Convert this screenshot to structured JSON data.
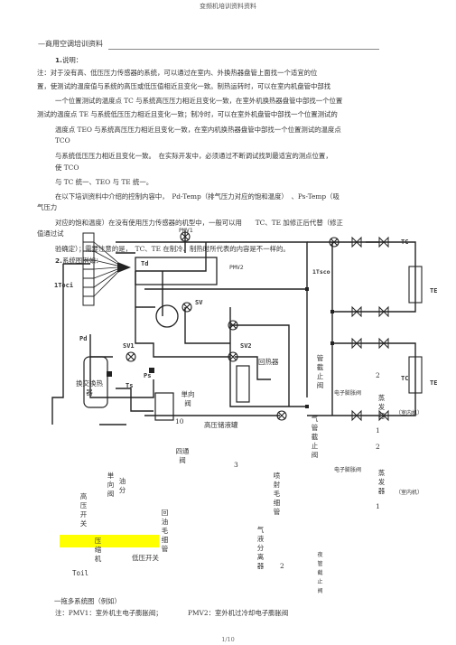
{
  "page": {
    "header": "变频机培训资料资料",
    "footer": "1/10"
  },
  "section_title": "—商用空调培训资料",
  "s1": {
    "heading": "1.",
    "heading_text": "说明：",
    "lines": [
      "注：对于没有高、低压压力传感器的系统，可以通过在室内、外换热器盘管上面找一个适宜的位",
      "置，使测试的温度值与系统的高压或低压值相近且变化一致。制热运转时，可以在室内机盘管中部找",
      "一个位置测试的温度点 TC 与系统高压压力相近且变化一致，在室外机换热器盘管中部找一个位置",
      "测试的温度点 TE 与系统低压压力相近且变化一致；制冷时，可以在室外机盘管中部找一个位置测试的",
      "温度点 TEO 与系统高压压力相近且变化一致，在室内机换热器盘管中部找一个位置测试的温度点",
      "TCO",
      "与系统低压压力相近且变化一致。　在实际开发中，必须通过不断调试找到最适宜的测点位置，",
      "使 TCO",
      "与 TC 统一、TEO 与 TE 统一。",
      "在以下培训资料中介绍的控制内容中，　Pd-Temp（排气压力对应的饱和温度）　、Ps-Temp（吸",
      "气压力",
      "对应的饱和温度）在没有使用压力传感器的机型中，一般可以用　　TC、TE 加修正后代替（修正",
      "值通过试",
      "验确定）；需要注意的是，　TC、TE 在制冷、制热时所代表的内容是不一样的。"
    ]
  },
  "s2": {
    "heading": "2.",
    "heading_text": "系统图例如："
  },
  "diagram": {
    "labels": {
      "pmv1": "PMV1",
      "pmv2": "PMV2",
      "toci": "1Toci",
      "td": "Td",
      "tsc": "1Tsco",
      "pd": "Pd",
      "sv": "SV",
      "sv1": "SV1",
      "sv2": "SV2",
      "ps": "Ps",
      "ts": "Ts",
      "tc1": "TC",
      "tc2": "TC",
      "te1": "TE",
      "te2": "TE",
      "reheater": "回热器",
      "heat_exch": "换交换热器",
      "check_valve": "単向阀",
      "hp_tank": "高压储液罐",
      "num10": "10",
      "pipe_valve": "管截止阀",
      "hot_pmv": "电子膨胀阀",
      "evaporator1": "蒸发器",
      "room1": "（室内机）",
      "n2a": "2",
      "n1a": "1",
      "n2b": "2",
      "gas_valve": "气管截止阀",
      "hot_pmv2": "电子膨胀阀",
      "evaporator2": "蒸发器",
      "room2": "（室内机）",
      "n1b": "1",
      "oil_sep_t": "油分",
      "check_valve2": "単向阀",
      "four_way": "四通阀",
      "num3": "3",
      "spray_cap": "喷射毛细管",
      "hp_switch": "高压开关",
      "oil_return": "回油毛细管",
      "gas_liquid": "气液分离器",
      "num2c": "2",
      "compressor": "压缩机",
      "lp_switch": "低压开关",
      "toil": "Toil",
      "side_valve": "夜管截止阀"
    },
    "caption": "一拖多系统图（例如）",
    "note_prefix": "注：PMV1：室外机主电子膨胀阀；",
    "note_suffix": "PMV2：室外机过冷却电子膨胀阀"
  }
}
